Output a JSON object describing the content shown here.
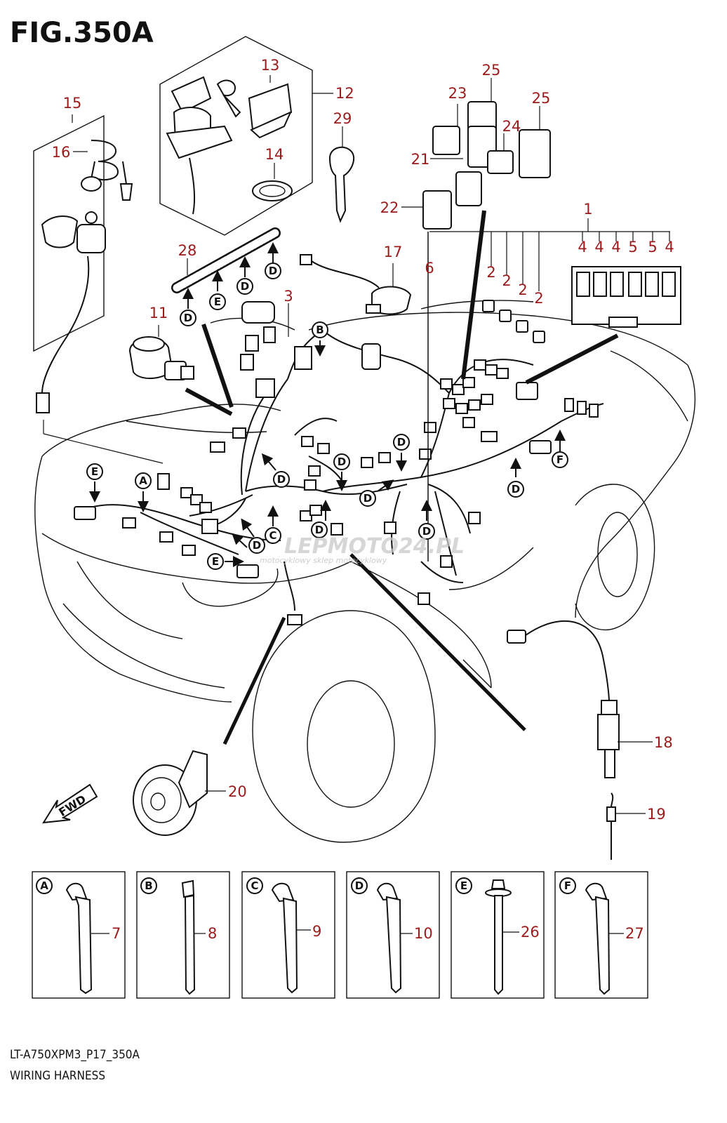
{
  "figure": {
    "title": "FIG.350A",
    "code": "LT-A750XPM3_P17_350A",
    "name": "WIRING HARNESS"
  },
  "watermark": {
    "brand": "LEPMOTO24.PL",
    "tagline": "motocyklowy sklep motocyklowy"
  },
  "fwd_label": "FWD",
  "callouts": {
    "c1": "1",
    "c2a": "2",
    "c2b": "2",
    "c2c": "2",
    "c2d": "2",
    "c3": "3",
    "c4a": "4",
    "c4b": "4",
    "c4c": "4",
    "c4d": "4",
    "c5a": "5",
    "c5b": "5",
    "c6": "6",
    "c7": "7",
    "c8": "8",
    "c9": "9",
    "c10": "10",
    "c11": "11",
    "c12": "12",
    "c13": "13",
    "c14": "14",
    "c15": "15",
    "c16": "16",
    "c17": "17",
    "c18": "18",
    "c19": "19",
    "c20": "20",
    "c21": "21",
    "c22": "22",
    "c23": "23",
    "c24": "24",
    "c25a": "25",
    "c25b": "25",
    "c26": "26",
    "c27": "27",
    "c28": "28",
    "c29": "29"
  },
  "clamp_markers": {
    "A": "A",
    "B": "B",
    "C": "C",
    "D": "D",
    "E": "E",
    "F": "F"
  },
  "detail_boxes": [
    {
      "letter": "A",
      "part": "7"
    },
    {
      "letter": "B",
      "part": "8"
    },
    {
      "letter": "C",
      "part": "9"
    },
    {
      "letter": "D",
      "part": "10"
    },
    {
      "letter": "E",
      "part": "26"
    },
    {
      "letter": "F",
      "part": "27"
    }
  ],
  "colors": {
    "callout": "#9b1b1b",
    "line": "#111111",
    "watermark": "#c9c9c9"
  }
}
